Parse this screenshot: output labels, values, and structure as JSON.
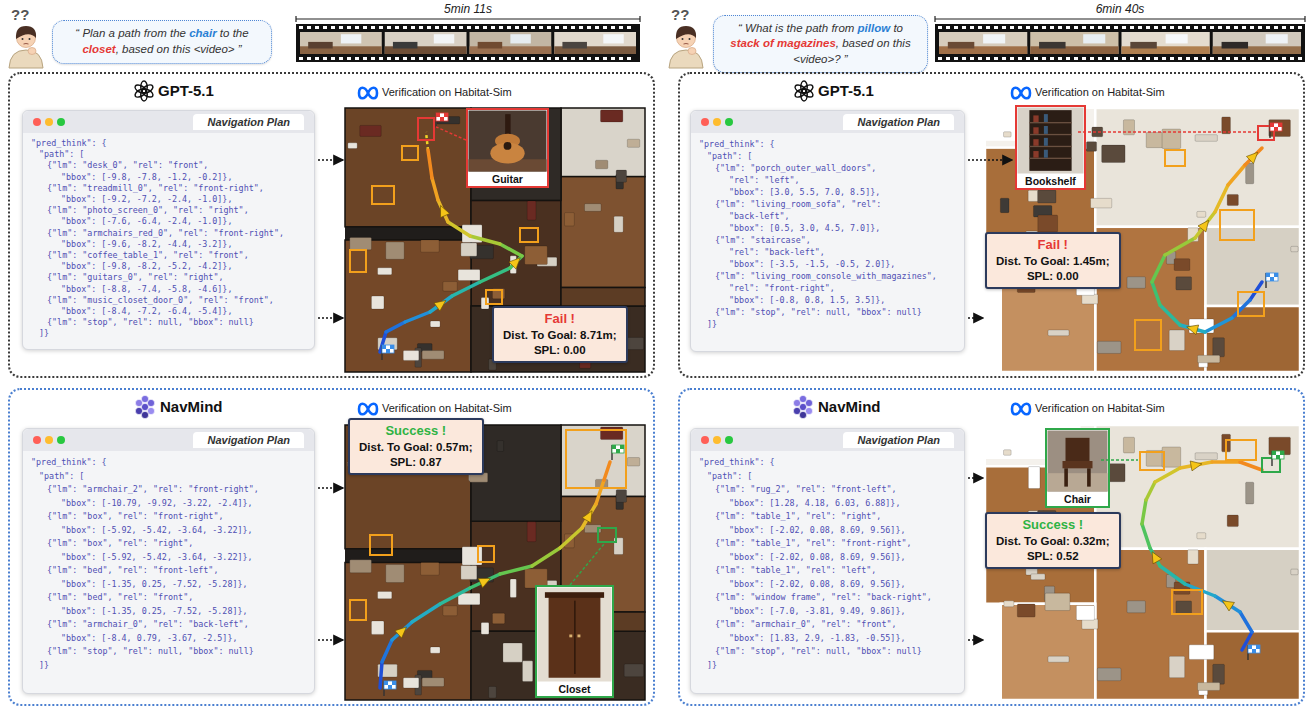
{
  "diagram": {
    "nodes": [
      {
        "text": [
          "“ Plan a path from the chair to the closet, based on this <video> ”"
        ]
      },
      {
        "text": [
          "GPT-5.1",
          "Verification on Habitat-Sim"
        ]
      },
      {
        "text": [
          "Navigation Plan",
          "\"pred_think\": {",
          "\"path\": [",
          "{\"lm\": \"desk_0\", \"rel\": \"front\",",
          "\"bbox\": [-9.8, -7.8, -1.2, -0.2]},",
          "{\"lm\": \"treadmill_0\", \"rel\": \"front-right\",",
          "\"bbox\": [-9.2, -7.2, -2.4, -1.0]},",
          "{\"lm\": \"photo_screen_0\", \"rel\": \"right\",",
          "\"bbox\": [-7.6, -6.4, -2.4, -1.0]},",
          "{\"lm\": \"armchairs_red_0\", \"rel\": \"front-right\",",
          "\"bbox\": [-9.6, -8.2, -4.4, -3.2]},",
          "{\"lm\": \"coffee_table_1\", \"rel\": \"front\",",
          "\"bbox\": [-9.8, -8.2, -5.2, -4.2]},",
          "{\"lm\": \"guitars_0\", \"rel\": \"right\",",
          "\"bbox\": [-8.8, -7.4, -5.8, -4.6]},",
          "{\"lm\": \"music_closet_door_0\", \"rel\": \"front\",",
          "\"bbox\": [-8.4, -7.2, -6.4, -5.4]},",
          "{\"lm\": \"stop\", \"rel\": null, \"bbox\": null}",
          "]}"
        ],
        "in": 1
      },
      {
        "text": [
          "Guitar"
        ],
        "in": 1
      },
      {
        "text": [
          "Fail !",
          "Dist. To Goal: 8.71m;",
          "SPL: 0.00"
        ],
        "in": 1
      },
      {
        "text": [
          "NavMind",
          "Verification on Habitat-Sim"
        ]
      },
      {
        "text": [
          "Navigation Plan",
          "\"pred_think\": {",
          "\"path\": [",
          "{\"lm\": \"armchair_2\", \"rel\": \"front-right\",",
          "\"bbox\": [-10.79, -9.92, -3.22, -2.4]},",
          "{\"lm\": \"box\", \"rel\": \"front-right\",",
          "\"bbox\": [-5.92, -5.42, -3.64, -3.22]},",
          "{\"lm\": \"box\", \"rel\": \"right\",",
          "\"bbox\": [-5.92, -5.42, -3.64, -3.22]},",
          "{\"lm\": \"bed\", \"rel\": \"front-left\",",
          "\"bbox\": [-1.35, 0.25, -7.52, -5.28]},",
          "{\"lm\": \"bed\", \"rel\": \"front\",",
          "\"bbox\": [-1.35, 0.25, -7.52, -5.28]},",
          "{\"lm\": \"armchair_0\", \"rel\": \"back-left\",",
          "\"bbox\": [-8.4, 0.79, -3.67, -2.5]},",
          "{\"lm\": \"stop\", \"rel\": null, \"bbox\": null}",
          "]}"
        ],
        "in": 5
      },
      {
        "text": [
          "Success !",
          "Dist. To Goal: 0.57m;",
          "SPL: 0.87"
        ],
        "in": 5
      },
      {
        "text": [
          "Closet"
        ],
        "in": 5
      },
      {
        "text": [
          "“ What is the path from pillow to stack of magazines, based on this <video>? ”"
        ]
      },
      {
        "text": [
          "GPT-5.1",
          "Verification on Habitat-Sim"
        ]
      },
      {
        "text": [
          "Navigation Plan",
          "\"pred_think\": {",
          "\"path\": [",
          "{\"lm\": \"porch_outer_wall_doors\",",
          "\"rel\": \"left\",",
          "\"bbox\": [3.0, 5.5, 7.0, 8.5]},",
          "{\"lm\": \"living_room_sofa\", \"rel\":",
          "\"back-left\",",
          "\"bbox\": [0.5, 3.0, 4.5, 7.0]},",
          "{\"lm\": \"staircase\",",
          "\"rel\": \"back-left\",",
          "\"bbox\": [-3.5, -1.5, -0.5, 2.0]},",
          "{\"lm\": \"living_room_console_with_magazines\",",
          "\"rel\": \"front-right\",",
          "\"bbox\": [-0.8, 0.8, 1.5, 3.5]},",
          "{\"lm\": \"stop\", \"rel\": null, \"bbox\": null}",
          "]}"
        ],
        "in": 10
      },
      {
        "text": [
          "Bookshelf"
        ],
        "in": 10
      },
      {
        "text": [
          "Fail !",
          "Dist. To Goal: 1.45m;",
          "SPL: 0.00"
        ],
        "in": 10
      },
      {
        "text": [
          "NavMind",
          "Verification on Habitat-Sim"
        ]
      },
      {
        "text": [
          "Navigation Plan",
          "\"pred_think\": {",
          "\"path\": [",
          "{\"lm\": \"rug_2\", \"rel\": \"front-left\",",
          "\"bbox\": [1.28, 4.18, 6.03, 6.88]},",
          "{\"lm\": \"table_1\", \"rel\": \"right\",",
          "\"bbox\": [-2.02, 0.08, 8.69, 9.56]},",
          "{\"lm\": \"table_1\", \"rel\": \"front-right\",",
          "\"bbox\": [-2.02, 0.08, 8.69, 9.56]},",
          "{\"lm\": \"table_1\", \"rel\": \"left\",",
          "\"bbox\": [-2.02, 0.08, 8.69, 9.56]},",
          "{\"lm\": \"window frame\", \"rel\": \"back-right\",",
          "\"bbox\": [-7.0, -3.81, 9.49, 9.86]},",
          "{\"lm\": \"armchair_0\", \"rel\": \"front\",",
          "\"bbox\": [1.83, 2.9, -1.83, -0.55]},",
          "{\"lm\": \"stop\", \"rel\": null, \"bbox\": null}",
          "]}"
        ],
        "in": 14
      },
      {
        "text": [
          "Chair"
        ],
        "in": 14
      },
      {
        "text": [
          "Success !",
          "Dist. To Goal: 0.32m;",
          "SPL: 0.52"
        ],
        "in": 14
      }
    ],
    "labels": [
      "??",
      "5min 11s",
      "??",
      "6min 40s"
    ]
  }
}
